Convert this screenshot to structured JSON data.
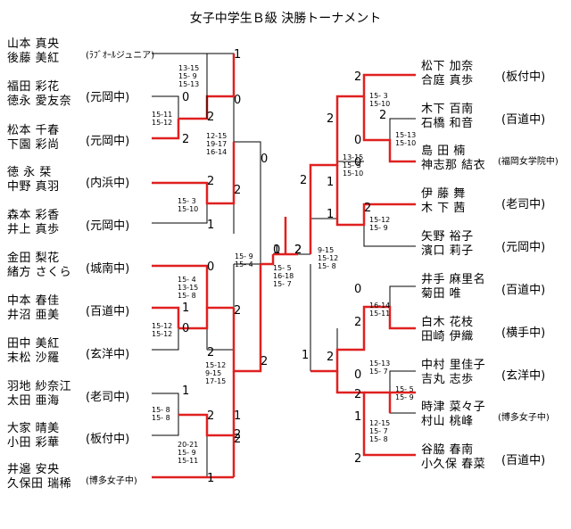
{
  "title": "女子中学生Ｂ級 決勝トーナメント",
  "left": {
    "players": [
      {
        "names": [
          "山本 真央",
          "後藤 美紅"
        ],
        "team": "(ﾗﾌﾞｵｰﾙジュニア)"
      },
      {
        "names": [
          "福田 彩花",
          "徳永 愛友奈"
        ],
        "team": "(元岡中)"
      },
      {
        "names": [
          "松本 千春",
          "下園 彩尚"
        ],
        "team": "(元岡中)"
      },
      {
        "names": [
          "徳 永 栞",
          "中野 真羽"
        ],
        "team": "(内浜中)"
      },
      {
        "names": [
          "森本 彩香",
          "井上 真歩"
        ],
        "team": "(元岡中)"
      },
      {
        "names": [
          "金田 梨花",
          "緒方 さくら"
        ],
        "team": "(城南中)"
      },
      {
        "names": [
          "中本 春佳",
          "井沼 亜美"
        ],
        "team": "(百道中)"
      },
      {
        "names": [
          "田中 美紅",
          "末松 沙羅"
        ],
        "team": "(玄洋中)"
      },
      {
        "names": [
          "羽地 紗奈江",
          "太田 亜海"
        ],
        "team": "(老司中)"
      },
      {
        "names": [
          "大家 晴美",
          "小田 彩華"
        ],
        "team": "(板付中)"
      },
      {
        "names": [
          "井邉 安央",
          "久保田 瑞稀"
        ],
        "team": "(博多女子中)"
      }
    ],
    "results": [
      "1",
      "0",
      "2",
      "2",
      "0",
      "2",
      "2",
      "1",
      "0",
      "1",
      "2",
      "0",
      "2",
      "1",
      "2",
      "0",
      "1",
      "2",
      "2",
      "1",
      "2",
      "0",
      "2"
    ],
    "scores": [
      "13-15\n15- 9\n15-13",
      "15-11\n15-12",
      "12-15\n19-17\n16-14",
      "15- 3\n15-10",
      "15- 4\n13-15\n15- 8",
      "15-12\n15-12",
      "15-12\n9-15\n17-15",
      "15- 8\n15- 8",
      "20-21\n15- 9\n15-11",
      "15- 9\n15- 4"
    ]
  },
  "right": {
    "players": [
      {
        "names": [
          "松下 加奈",
          "合庭 真歩"
        ],
        "team": "(板付中)"
      },
      {
        "names": [
          "木下 百南",
          "石橋 和音"
        ],
        "team": "(百道中)"
      },
      {
        "names": [
          "島 田 楠",
          "神志那 結衣"
        ],
        "team": "(福岡女学院中)"
      },
      {
        "names": [
          "伊 藤 舞",
          "木 下 茜"
        ],
        "team": "(老司中)"
      },
      {
        "names": [
          "矢野 裕子",
          "濱口 莉子"
        ],
        "team": "(元岡中)"
      },
      {
        "names": [
          "井手 麻里名",
          "菊田 唯"
        ],
        "team": "(百道中)"
      },
      {
        "names": [
          "白木 花枝",
          "田崎 伊織"
        ],
        "team": "(横手中)"
      },
      {
        "names": [
          "中村 里佳子",
          "吉丸 志歩"
        ],
        "team": "(玄洋中)"
      },
      {
        "names": [
          "時津 菜々子",
          "村山 桃峰"
        ],
        "team": "(博多女子中)"
      },
      {
        "names": [
          "谷脇 春南",
          "小久保 春菜"
        ],
        "team": "(百道中)"
      }
    ],
    "results": [
      "2",
      "0",
      "2",
      "0",
      "2",
      "1",
      "2",
      "2",
      "1",
      "0",
      "2",
      "0",
      "2",
      "1",
      "2",
      "2",
      "1"
    ],
    "scores": [
      "15- 3\n15-10",
      "15-13\n15-10",
      "13-15\n15- 5\n15-10",
      "15-12\n15- 9",
      "16-14\n15-11",
      "15-13\n15- 7",
      "15- 5\n15- 9",
      "12-15\n15- 7\n15- 8",
      "9-15\n15-12\n15- 8"
    ]
  },
  "final": {
    "left_result": "1",
    "right_result": "2",
    "scores": "15- 5\n16-18\n15- 7"
  }
}
